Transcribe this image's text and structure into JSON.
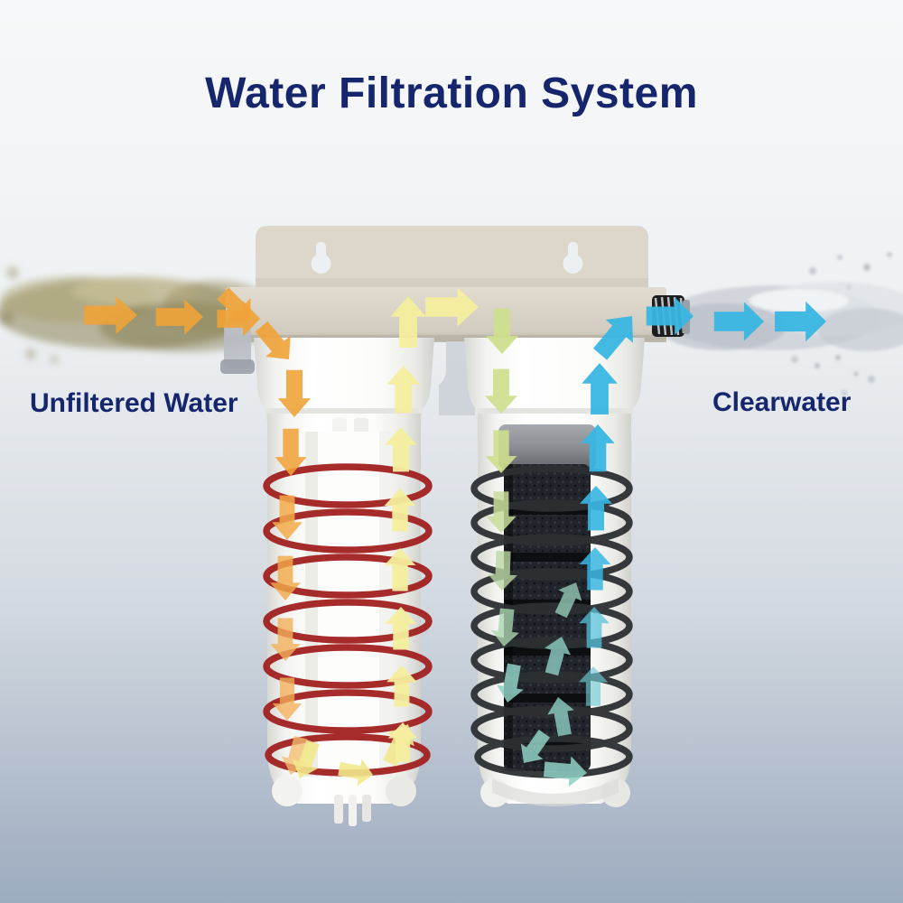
{
  "page": {
    "title": "Water Filtration System"
  },
  "labels": {
    "inlet": "Unfiltered Water",
    "outlet": "Clearwater"
  },
  "colors": {
    "background_top": "#f6f7f8",
    "background_bottom": "#9dabbf",
    "heading_text": "#16266d",
    "bracket_beige": "#d9d3c7",
    "unfiltered_arrow_orange": "#f0a339",
    "sediment_stage_yellow": "#f4ee9e",
    "carbon_stage_green": "#cddf8e",
    "clean_arrow_blue": "#38b6e2",
    "swirl_teal": "#8fd0c4",
    "left_coil_red": "#a22121",
    "right_coil_dark": "#2d3033",
    "dirty_water": "#8d8358",
    "clean_water": "#ccd1d8"
  },
  "icons": [
    {
      "name": "unfiltered-inlet-arrow-icon",
      "glyph": "→",
      "color": "#f0a339"
    },
    {
      "name": "sediment-down-arrow-icon",
      "glyph": "↓",
      "color": "#f0a339"
    },
    {
      "name": "sediment-up-arrow-icon",
      "glyph": "↑",
      "color": "#f4ee9e"
    },
    {
      "name": "carbon-down-arrow-icon",
      "glyph": "↓",
      "color": "#cddf8e"
    },
    {
      "name": "carbon-up-arrow-icon",
      "glyph": "↑",
      "color": "#38b6e2"
    },
    {
      "name": "clean-outlet-arrow-icon",
      "glyph": "→",
      "color": "#38b6e2"
    },
    {
      "name": "swirl-arrow-icon",
      "glyph": "↻",
      "color": "#8fd0c4"
    }
  ]
}
